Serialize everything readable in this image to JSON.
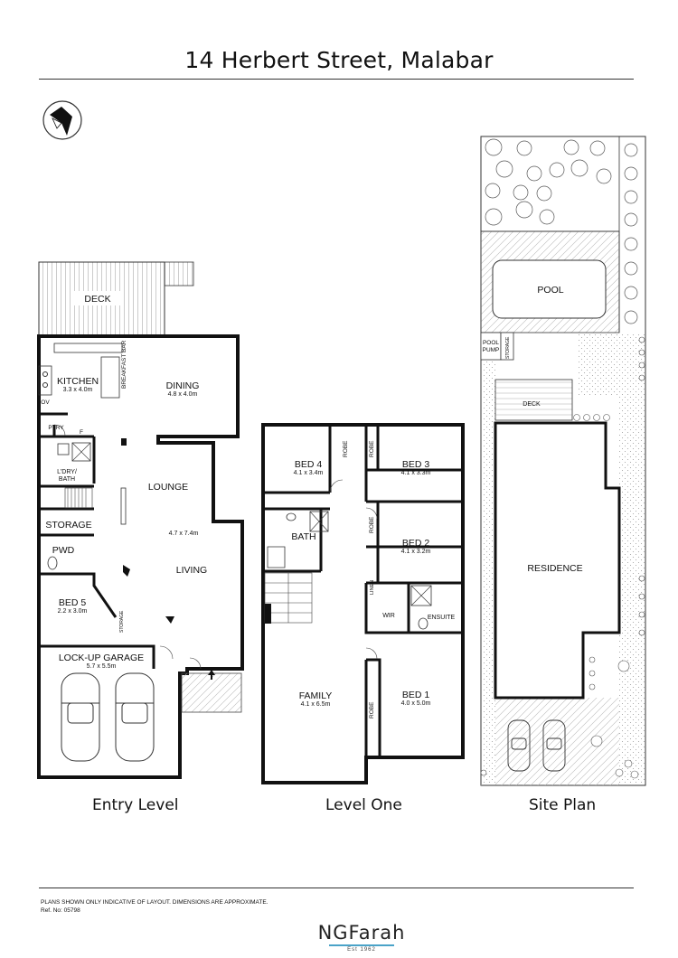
{
  "title": "14 Herbert Street, Malabar",
  "levels": {
    "entry": "Entry Level",
    "level_one": "Level One",
    "site": "Site Plan"
  },
  "entry_rooms": {
    "deck": "DECK",
    "kitchen": {
      "name": "KITCHEN",
      "size": "3.3 x 4.0m"
    },
    "breakfast_bar": "BREAKFAST BAR",
    "dining": {
      "name": "DINING",
      "size": "4.8 x 4.0m"
    },
    "ov": "OV",
    "ptry": "PTRY",
    "f": "F",
    "laundry": "L'DRY/",
    "laundry2": "BATH",
    "lounge": "LOUNGE",
    "living_size": "4.7 x 7.4m",
    "living": "LIVING",
    "storage": "STORAGE",
    "pwd": "PWD",
    "bed5": {
      "name": "BED 5",
      "size": "2.2 x 3.0m"
    },
    "storage_small": "STORAGE",
    "garage": {
      "name": "LOCK-UP GARAGE",
      "size": "5.7 x 5.5m"
    }
  },
  "level_one_rooms": {
    "bed4": {
      "name": "BED 4",
      "size": "4.1 x 3.4m"
    },
    "robe1": "ROBE",
    "robe2": "ROBE",
    "bed3": {
      "name": "BED 3",
      "size": "4.1 x 3.3m"
    },
    "bath": "BATH",
    "robe3": "ROBE",
    "bed2": {
      "name": "BED 2",
      "size": "4.1 x 3.2m"
    },
    "linen": "LINEN",
    "wir": "WIR",
    "ensuite": "ENSUITE",
    "family": {
      "name": "FAMILY",
      "size": "4.1 x 6.5m"
    },
    "robe4": "ROBE",
    "bed1": {
      "name": "BED 1",
      "size": "4.0 x 5.0m"
    }
  },
  "site_rooms": {
    "pool": "POOL",
    "pool_pump_1": "POOL",
    "pool_pump_2": "PUMP",
    "storage": "STORAGE",
    "deck": "DECK",
    "residence": "RESIDENCE"
  },
  "footer": {
    "disclaimer": "PLANS SHOWN ONLY INDICATIVE OF LAYOUT.  DIMENSIONS ARE APPROXIMATE.",
    "ref": "Ref. No: 05798",
    "logo": "NGFarah",
    "est": "Est 1962"
  }
}
